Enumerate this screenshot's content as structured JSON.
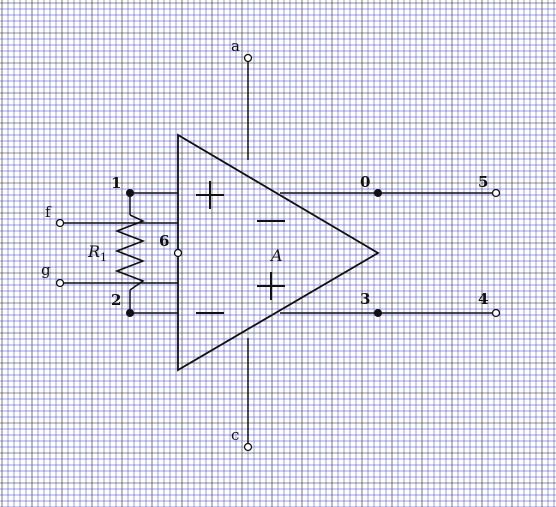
{
  "colors": {
    "grid_line": "#3a3ad6",
    "grid_line_dark": "#222222",
    "wire": "#111111",
    "background": "#ffffff"
  },
  "amplifier": {
    "label": "A",
    "plus_sign": "+",
    "minus_sign": "−"
  },
  "resistor": {
    "label": "R",
    "subscript": "1"
  },
  "terminals": {
    "a": "a",
    "c": "c",
    "f": "f",
    "g": "g"
  },
  "nodes": {
    "n0": "0",
    "n1": "1",
    "n2": "2",
    "n3": "3",
    "n4": "4",
    "n5": "5",
    "n6": "6"
  }
}
